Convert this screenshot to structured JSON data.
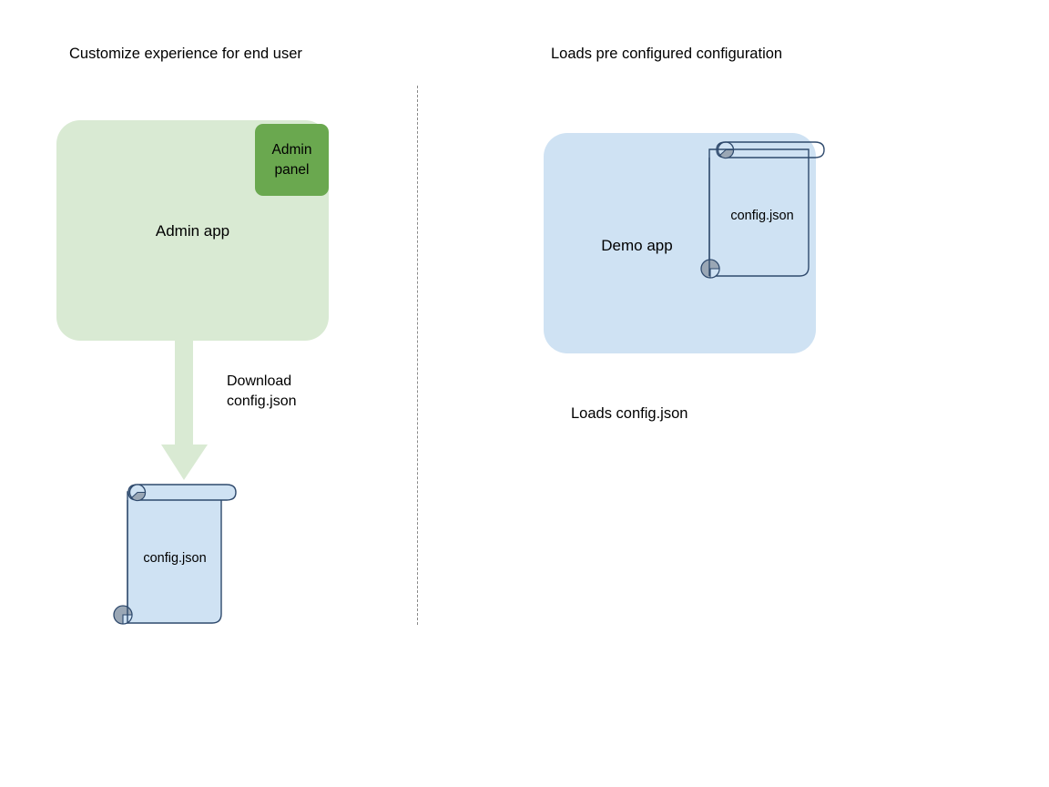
{
  "diagram": {
    "background_color": "#ffffff",
    "columns": [
      {
        "id": "left",
        "title": "Customize experience for end user"
      },
      {
        "id": "right",
        "title": "Loads pre configured configuration"
      }
    ],
    "divider": {
      "name": "vertical-dotted-divider",
      "style": "dashed",
      "color": "#8a8a8a"
    },
    "nodes": {
      "admin_app": {
        "label": "Admin app",
        "fill": "#d9ead3",
        "shape": "rounded-rectangle"
      },
      "admin_panel": {
        "label": "Admin\npanel",
        "fill": "#6aa84f",
        "shape": "rounded-rectangle"
      },
      "demo_app": {
        "label": "Demo app",
        "fill": "#cfe2f3",
        "shape": "rounded-rectangle"
      },
      "config_doc_left": {
        "label": "config.json",
        "fill": "#cfe2f3",
        "stroke": "#2f4a6d",
        "curl_fill": "#9aa7b5",
        "shape": "scroll-document"
      },
      "config_doc_right": {
        "label": "config.json",
        "fill": "none",
        "stroke": "#2f4a6d",
        "curl_fill": "#9aa7b5",
        "shape": "scroll-document"
      }
    },
    "edges": [
      {
        "id": "download-arrow",
        "label": "Download\nconfig.json",
        "from": "admin_app",
        "to": "config_doc_left",
        "direction": "down",
        "fill": "#d9ead3"
      }
    ],
    "captions": {
      "loads_config": "Loads config.json"
    }
  }
}
